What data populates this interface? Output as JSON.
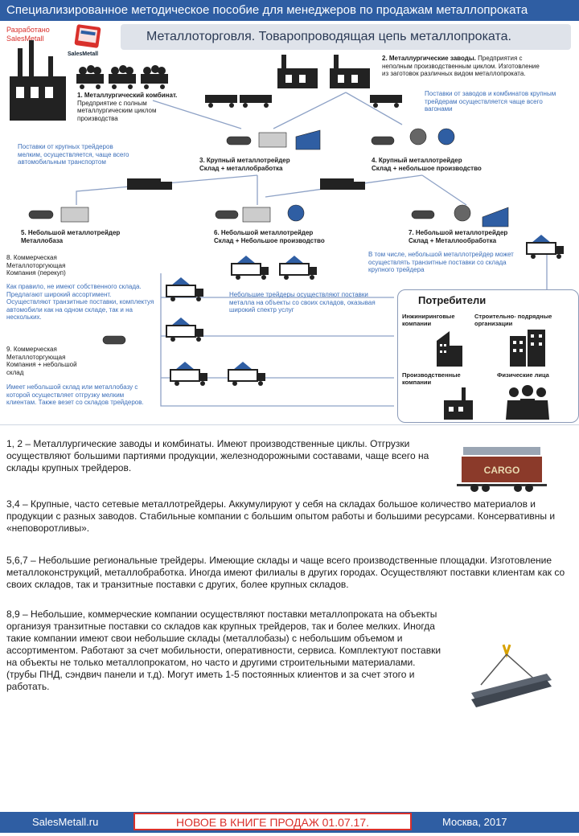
{
  "header": {
    "top_title": "Специализированное методическое пособие для менеджеров по продажам металлопроката",
    "credit_line1": "Разработано",
    "credit_line2": "SalesMetall",
    "logo_label": "SalesMetall",
    "main_title": "Металлоторговля. Товаропроводящая цепь металлопроката."
  },
  "diagram": {
    "n1_title": "1. Металлургический комбинат.",
    "n1_text": "Предприятие с полным металлургическим циклом производства",
    "n2_title": "2. Металлургические заводы.",
    "n2_text": "Предприятия с неполным производственным циклом. Изготовление из заготовок различных видом металлопроката.",
    "note_wagons": "Поставки от заводов и комбинатов крупным трейдерам осуществляется чаще всего вагонами",
    "note_auto": "Поставки от крупных трейдеров мелким, осуществляется, чаще всего автомобильным транспортом",
    "n3_line1": "3. Крупный металлотрейдер",
    "n3_line2": "Склад + металлобработка",
    "n4_line1": "4. Крупный металлотрейдер",
    "n4_line2": "Склад + небольшое производство",
    "n5_line1": "5. Небольшой металлотрейдер",
    "n5_line2": "Металлобаза",
    "n6_line1": "6. Небольшой металлотрейдер",
    "n6_line2": "Склад + Небольшое производство",
    "n7_line1": "7. Небольшой металлотрейдер",
    "n7_line2": "Склад + Металлообработка",
    "n7_note": "В том числе, небольшой металлотрейдер может осуществлять транзитные поставки со склада крупного трейдера",
    "n8_title": "8. Коммерческая Металлоторгующая Компания (перекуп)",
    "n8_note": "Как правило, не имеют собственного склада. Предлагают широкий ассортимент. Осуществляют транзитные поставки, комплектуя автомобили как на одном складе, так и на нескольких.",
    "n9_title": "9. Коммерческая Металлоторгующая Компания + небольшой склад",
    "n9_note": "Имеет небольшой склад или металлобазу с которой осуществляет отгрузку мелким клиентам. Также везет со складов трейдеров.",
    "small_note": "Небольшие трейдеры осуществляют поставки металла на объекты со своих складов, оказывая широкий спектр услуг",
    "consumers_title": "Потребители",
    "c_engineering": "Инжиниринговые компании",
    "c_construction": "Строительно- подрядные организации",
    "c_production": "Производственные компании",
    "c_persons": "Физические лица"
  },
  "body": {
    "p1": "1, 2 – Металлургические заводы и комбинаты. Имеют производственные циклы. Отгрузки осуществляют большими партиями продукции, железнодорожными составами, чаще всего на склады крупных трейдеров.",
    "wagon_label": "CARGO",
    "p2": "3,4 – Крупные, часто сетевые металлотрейдеры. Аккумулируют у себя на складах большое количество материалов и продукции с разных заводов. Стабильные компании с большим опытом работы и большими ресурсами. Консервативны и «неповоротливы».",
    "p3": "5,6,7 – Небольшие региональные трейдеры. Имеющие склады и чаще всего производственные площадки. Изготовление металлоконструкций, металлобработка. Иногда имеют филиалы в других городах. Осуществляют поставки клиентам как со своих складов, так и транзитные поставки с других, более крупных складов.",
    "p4": "8,9 – Небольшие, коммерческие компании осуществляют поставки металлопроката на объекты организуя транзитные поставки со складов как крупных трейдеров, так и более мелких. Иногда такие компании имеют свои небольшие склады (металлобазы) с небольшим объемом и ассортиментом. Работают за счет мобильности, оперативности, сервиса. Комплектуют поставки на объекты не только металлопрокатом, но часто и другими строительными материалами. (трубы ПНД, сэндвич панели и т.д). Могут иметь 1-5 постоянных клиентов и за счет этого и работать."
  },
  "footer": {
    "left": "SalesMetall.ru",
    "middle": "НОВОЕ В КНИГЕ ПРОДАЖ 01.07.17.",
    "right": "Москва, 2017"
  },
  "colors": {
    "bar": "#2f5ea3",
    "accent_red": "#d9302b",
    "note_blue": "#3a6db8"
  }
}
